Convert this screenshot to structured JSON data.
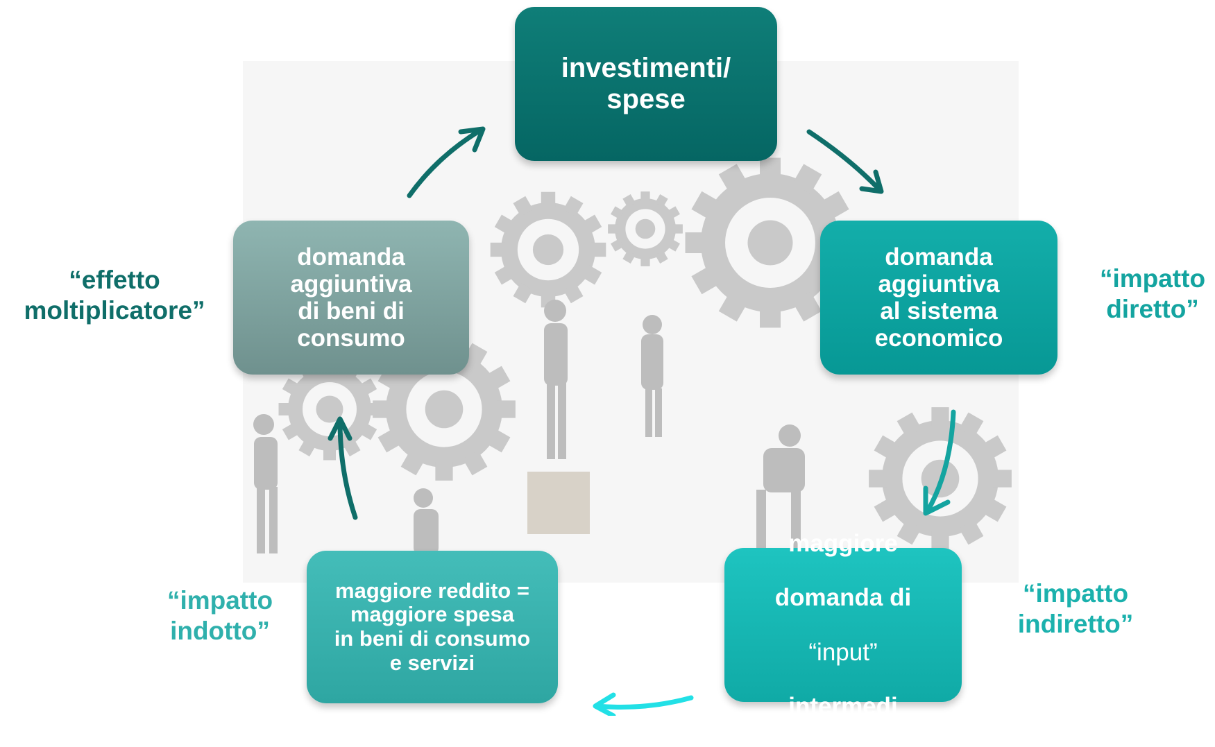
{
  "nodes": {
    "top": "investimenti/\nspese",
    "right": "domanda\naggiuntiva\nal sistema\neconomico",
    "bottom_right": {
      "line1": "maggiore",
      "line2": "domanda di",
      "line3": "“input”",
      "line4": "intermedi"
    },
    "bottom_left": "maggiore reddito =\nmaggiore spesa\nin beni di consumo\ne servizi",
    "left": "domanda\naggiuntiva\ndi beni di\nconsumo"
  },
  "labels": {
    "right": "“impatto\ndiretto”",
    "bottom_right": "“impatto\nindiretto”",
    "bottom_left": "“impatto\nindotto”",
    "left": "“effetto\nmoltiplicatore”"
  },
  "colors": {
    "dark_teal": "#0f7e78",
    "teal": "#13aeaa",
    "light_teal": "#1ec4c0",
    "grey_teal": "#8fb5b1",
    "arrow_cyan": "#22e0e6"
  }
}
